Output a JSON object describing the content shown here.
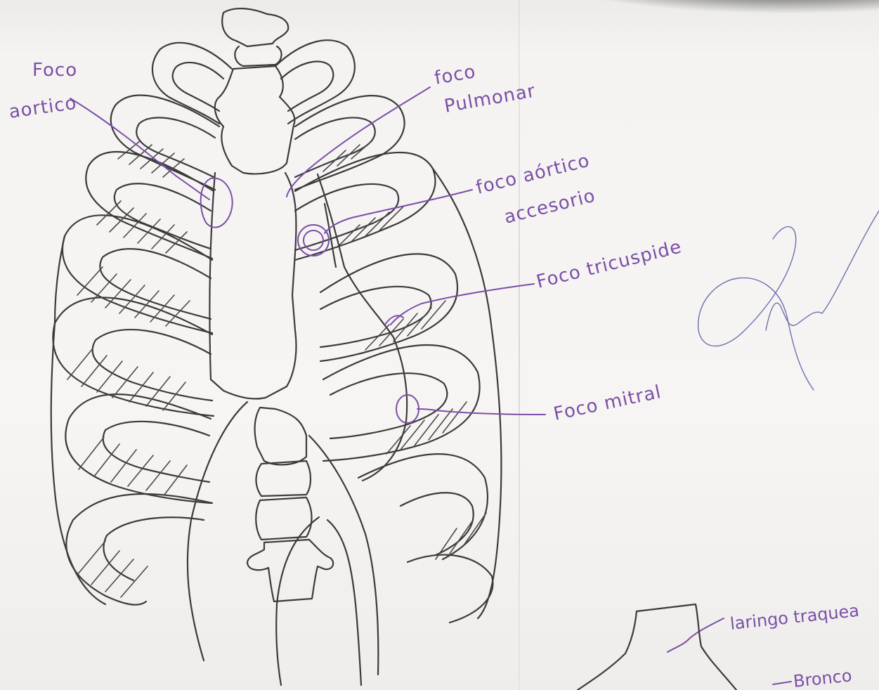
{
  "labels": {
    "foco_aortico_line1": "Foco",
    "foco_aortico_line2": "aortico",
    "foco_pulmonar_line1": "foco",
    "foco_pulmonar_line2": "Pulmonar",
    "foco_aortico_accesorio_line1": "foco aórtico",
    "foco_aortico_accesorio_line2": "accesorio",
    "foco_tricuspide": "Foco tricuspide",
    "foco_mitral": "Foco mitral",
    "laringo_traqueal": "laringo traquea",
    "bronco": "Bronco"
  },
  "colors": {
    "ink": "#3b3b3b",
    "label_ink": "#7a4fa8",
    "signature_ink": "#6f6fb0",
    "paper": "#f5f3f1"
  }
}
